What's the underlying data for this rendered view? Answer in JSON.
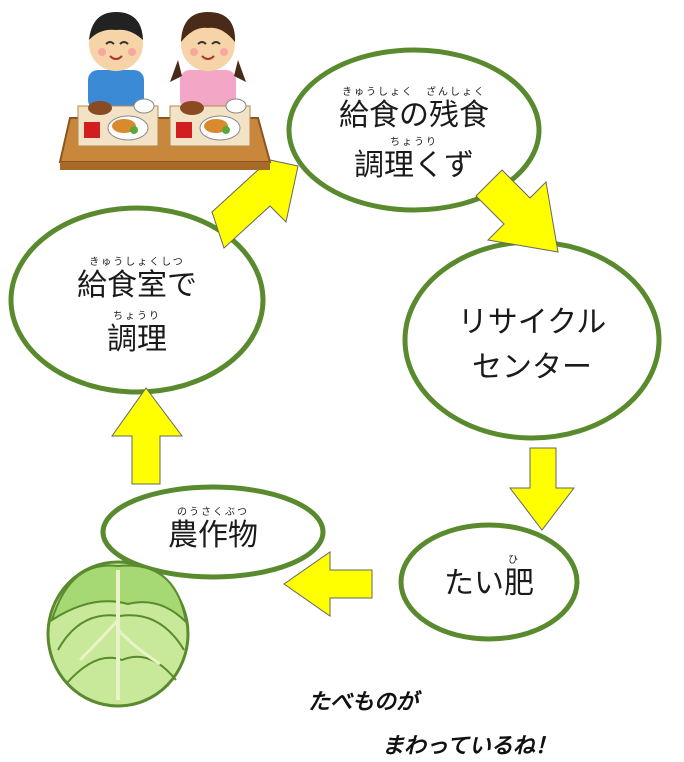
{
  "colors": {
    "ellipse_stroke": "#5a8a2e",
    "arrow_fill": "#ffff00",
    "arrow_stroke": "#666666"
  },
  "icons": {
    "children": "children-eating-lunch-icon",
    "lettuce": "lettuce-icon"
  },
  "nodes": {
    "leftovers": {
      "ruby1": "きゅうしょく　ざんしょく",
      "line1": "給食の残食",
      "ruby2": "ちょうり",
      "line2": "調理くず"
    },
    "recycle": {
      "line1": "リサイクル",
      "line2": "センター"
    },
    "compost": {
      "ruby": "ひ",
      "line1": "たい肥"
    },
    "crops": {
      "ruby": "のうさくぶつ",
      "line1": "農作物"
    },
    "kitchen": {
      "ruby1": "きゅうしょくしつ",
      "line1": "給食室で",
      "ruby2": "ちょうり",
      "line2": "調理"
    }
  },
  "slogan": {
    "line1": "たべものが",
    "line2": "まわっているね！"
  }
}
